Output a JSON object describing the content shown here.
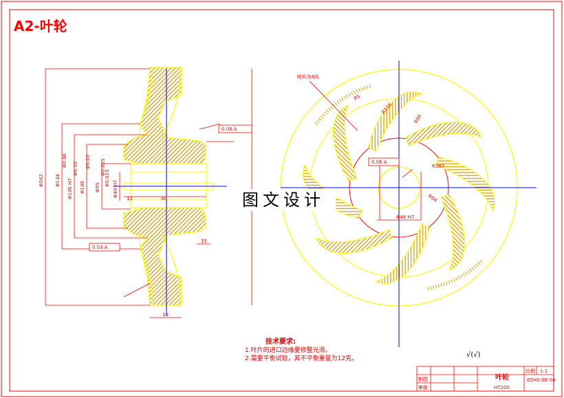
{
  "sheet_title": "A2-叶轮",
  "watermark": "图文设计",
  "section_view": {
    "dimensions": [
      "Φ262",
      "Φ134",
      "Φ105 H7",
      "Φ100",
      "Φ95",
      "Φ40 H7",
      "Φ0.025",
      "Φ0.10",
      "Φ0.06",
      "Φ0.03",
      "Φ0.035",
      "12",
      "40",
      "18",
      "15"
    ],
    "tolerance_frames": [
      "0.06 A",
      "0.03 A"
    ]
  },
  "front_view": {
    "labels": [
      "叶片为8片",
      "R5",
      "R116",
      "R86",
      "R387",
      "R64",
      "Φ48 H7"
    ],
    "tolerance_frame": "0.06 A"
  },
  "tech_requirements": {
    "heading": "技术要求:",
    "items": [
      "1.叶片的进口边缘要修整光滑。",
      "2.需要平衡试验，其不平衡重量为12克。"
    ]
  },
  "roughness_symbol": "√(√)",
  "title_block": {
    "part_name": "叶轮",
    "material": "HT200",
    "scale_label": "比例",
    "scale": "1:1",
    "drawing_no": "65HS-00-04",
    "row_labels": [
      "制图",
      "审核"
    ]
  },
  "colors": {
    "frame": "#ff0000",
    "geometry": "#ffff00",
    "centerline": "#0000ff",
    "dimension": "#ff0000"
  }
}
